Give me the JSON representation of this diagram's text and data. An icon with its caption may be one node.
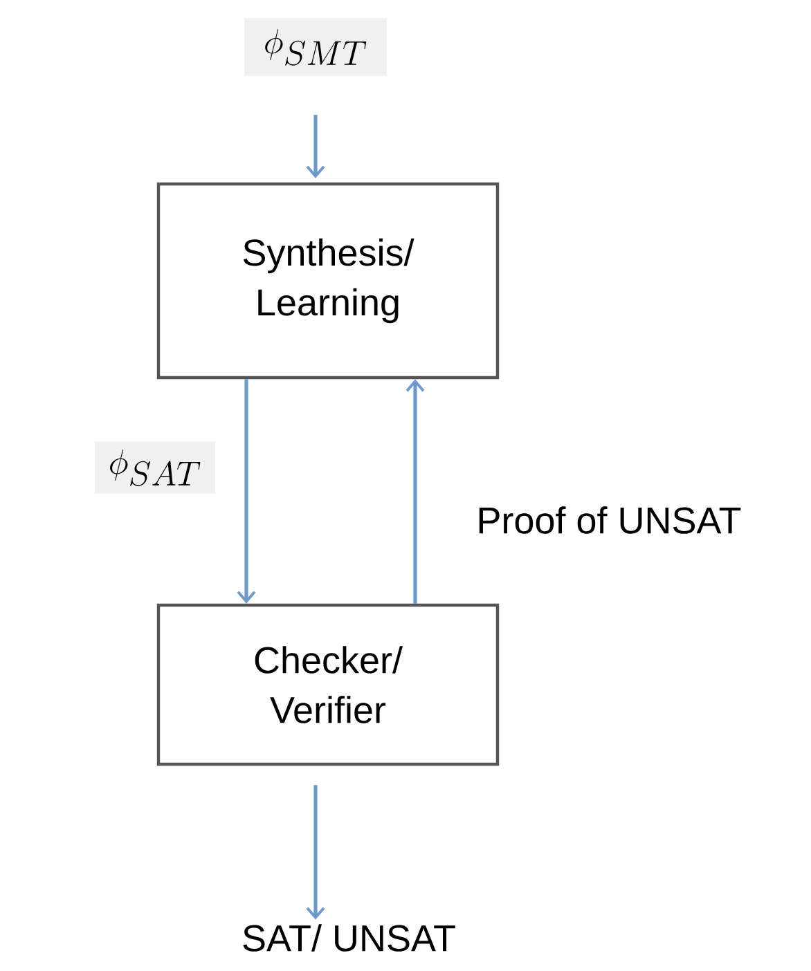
{
  "diagram": {
    "nodes": [
      {
        "text": [
          "\\phi_{SMT}"
        ]
      },
      {
        "text": [
          "Synthesis/ Learning"
        ]
      },
      {
        "text": [
          "Checker/ Verifier"
        ]
      },
      {
        "text": [
          "SAT/ UNSAT"
        ]
      }
    ],
    "edges": [
      {
        "from": 0,
        "to": 1,
        "arrow": "to"
      },
      {
        "from": 1,
        "to": 2,
        "arrow": "to",
        "label": "\\phi_{SAT}"
      },
      {
        "from": 2,
        "to": 1,
        "arrow": "to",
        "label": "Proof of UNSAT"
      },
      {
        "from": 2,
        "to": 3,
        "arrow": "to"
      }
    ]
  }
}
